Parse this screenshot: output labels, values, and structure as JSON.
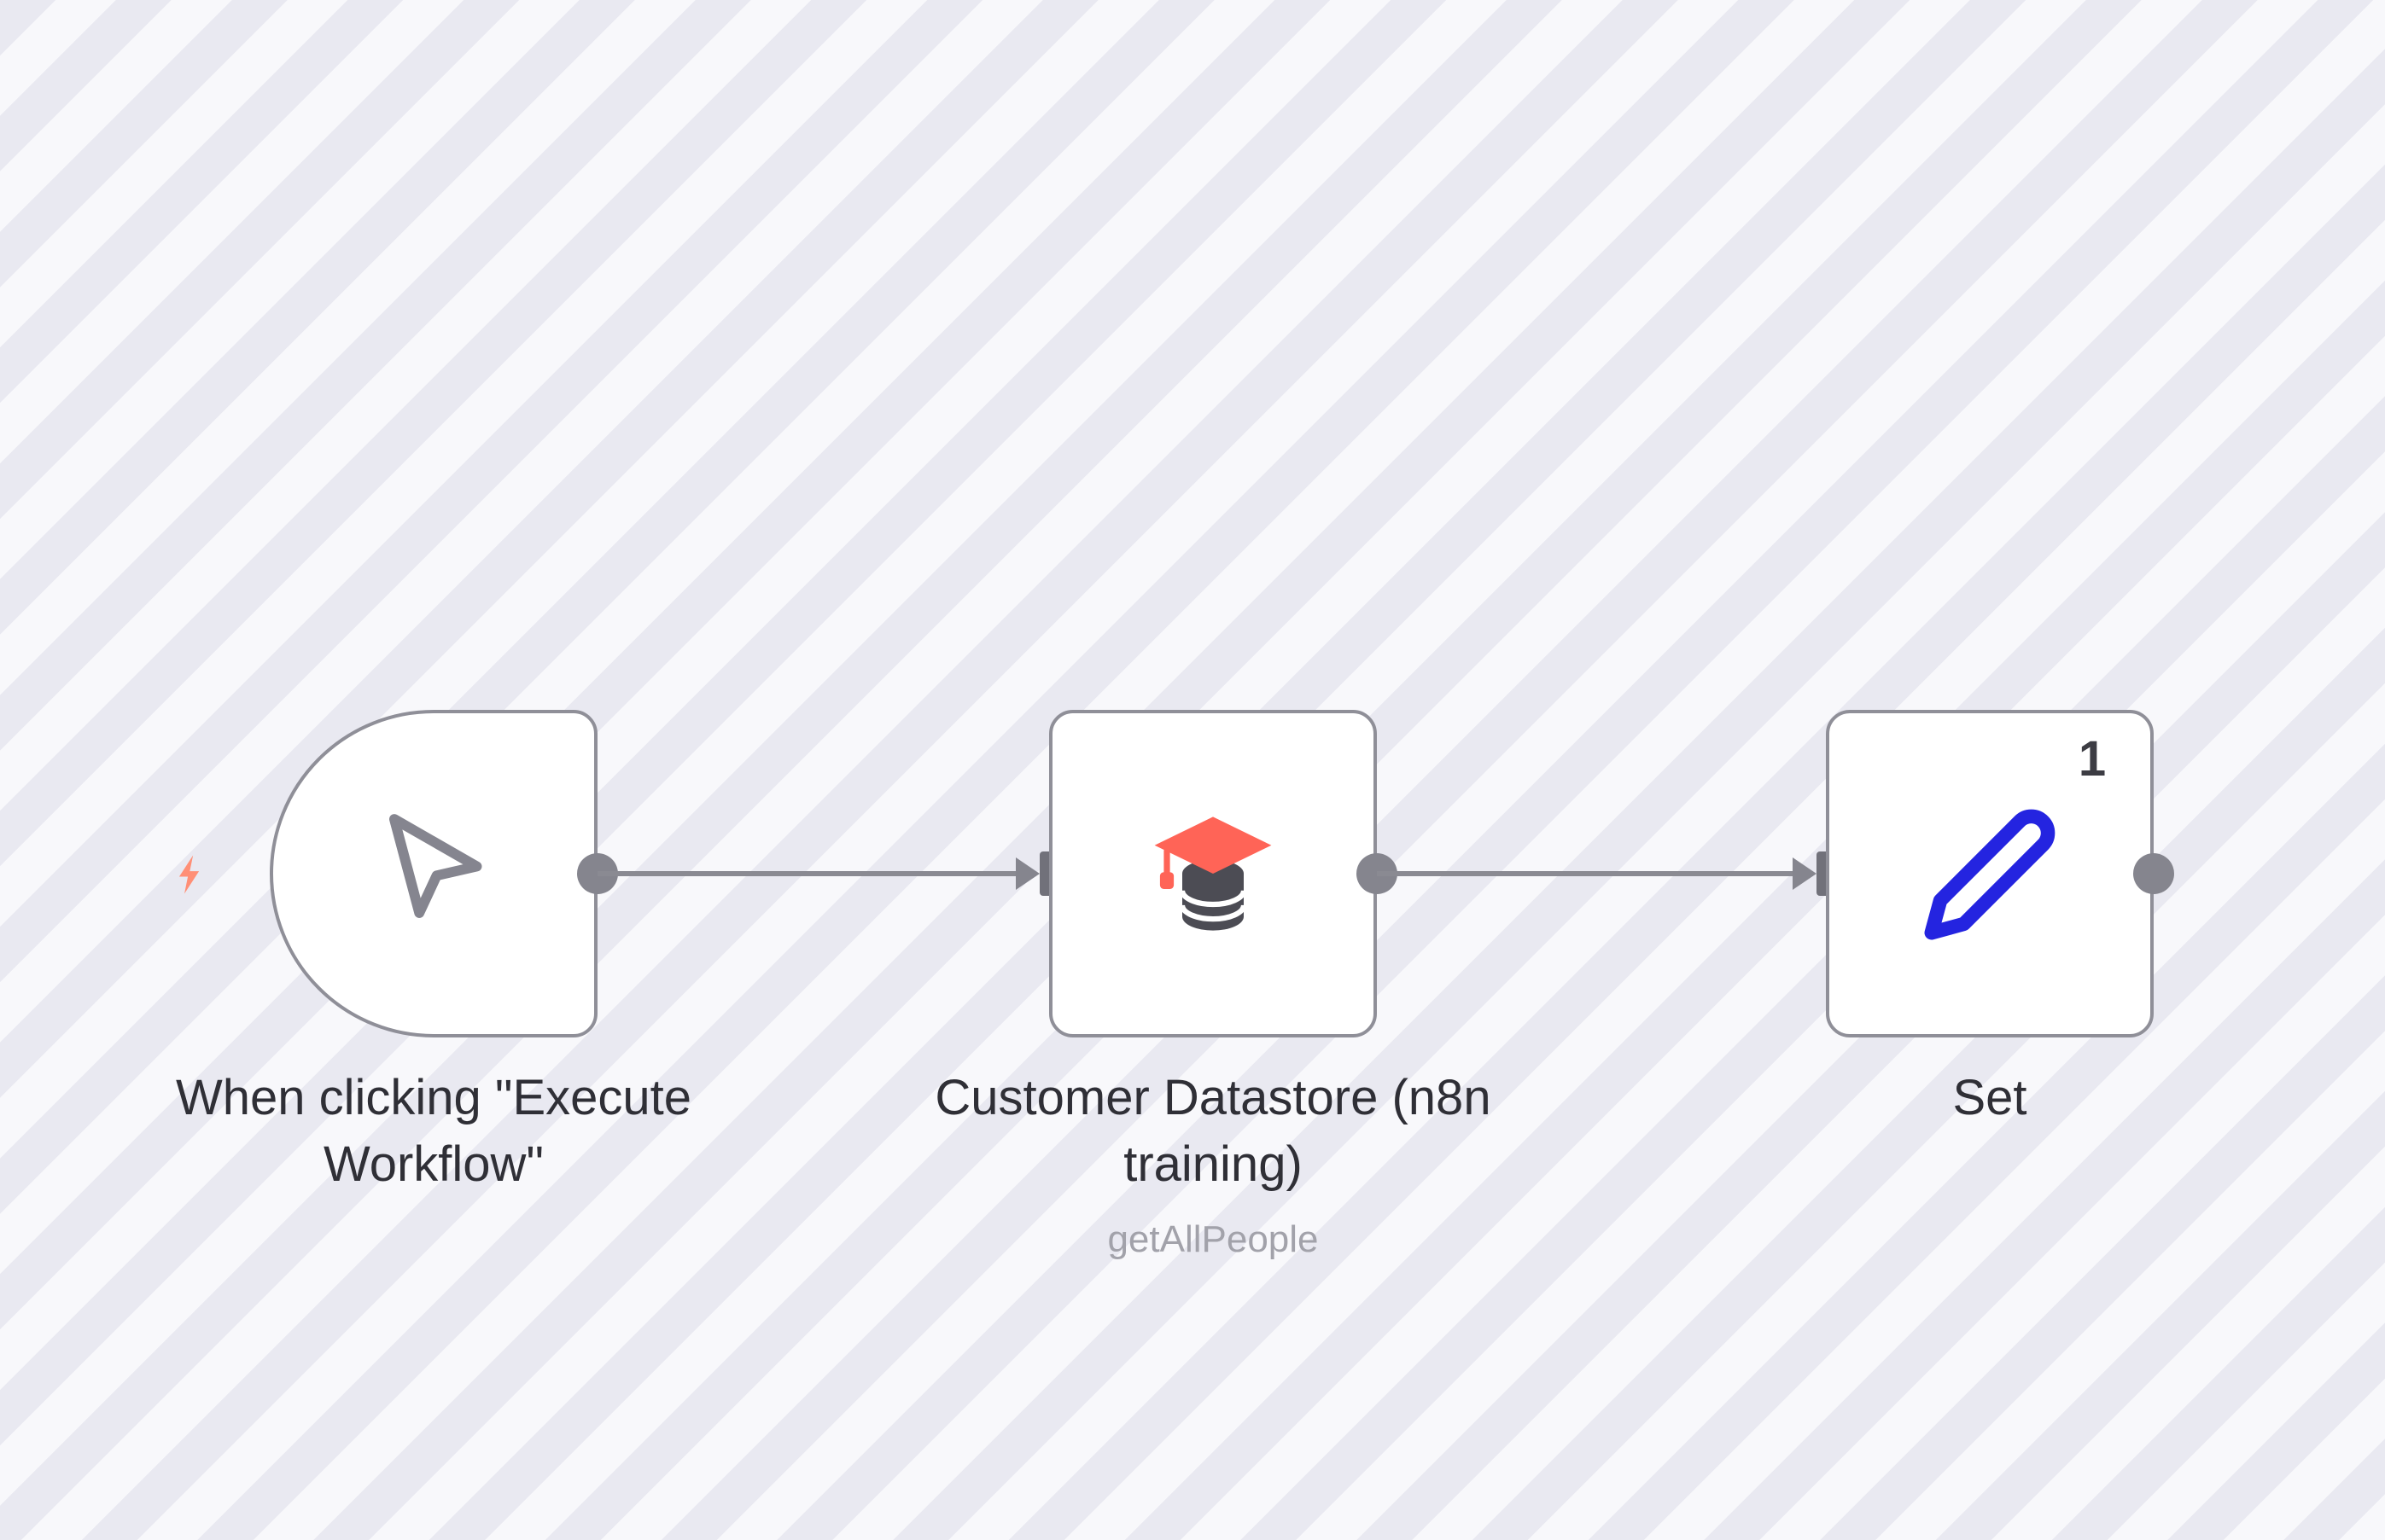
{
  "workflow": {
    "nodes": [
      {
        "id": "when-clicking-execute-workflow",
        "type": "manual-trigger",
        "label": "When clicking \"Execute Workflow\"",
        "icon": "cursor-icon"
      },
      {
        "id": "customer-datastore",
        "type": "action",
        "label": "Customer Datastore (n8n training)",
        "operation": "getAllPeople",
        "icon": "graduation-cap-database-icon"
      },
      {
        "id": "set",
        "type": "action",
        "label": "Set",
        "items_count": "1",
        "icon": "pencil-icon"
      }
    ],
    "connections": [
      {
        "from": "when-clicking-execute-workflow",
        "to": "customer-datastore"
      },
      {
        "from": "customer-datastore",
        "to": "set"
      }
    ]
  },
  "colors": {
    "canvas_base": "#f8f8fb",
    "canvas_stripe": "#e9e9f1",
    "node_border": "#8f8f98",
    "connector_gray": "#85858e",
    "trigger_bolt": "#ff8f76",
    "datastore_cap": "#ff6457",
    "datastore_db": "#4c4c54",
    "set_pencil": "#2424e0",
    "label_text": "#2f2f36",
    "sublabel_text": "#a2a2aa"
  }
}
